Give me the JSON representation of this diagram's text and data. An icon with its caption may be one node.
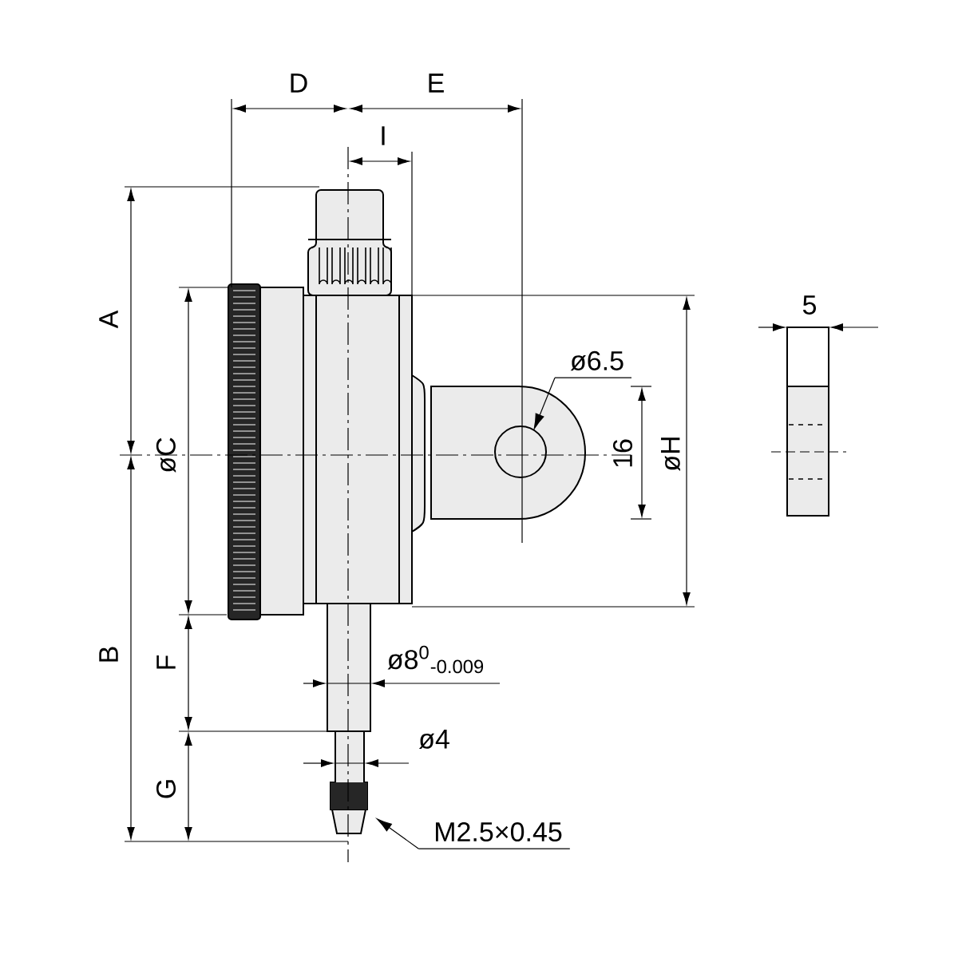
{
  "diagram": {
    "nodes": [
      {
        "text": [
          "ø6.5"
        ]
      },
      {
        "text": [
          "M2.5×0.45"
        ]
      }
    ],
    "edges": [
      {
        "from": 0,
        "to": null,
        "arrow": "to"
      },
      {
        "from": 1,
        "to": null,
        "arrow": "to"
      }
    ],
    "labels": [
      "D",
      "E",
      "I",
      "5",
      "A",
      "øC",
      "16",
      "øH",
      "B",
      "F",
      "ø8$^{0}$$_{-0.009}$",
      "ø4",
      "G"
    ]
  }
}
